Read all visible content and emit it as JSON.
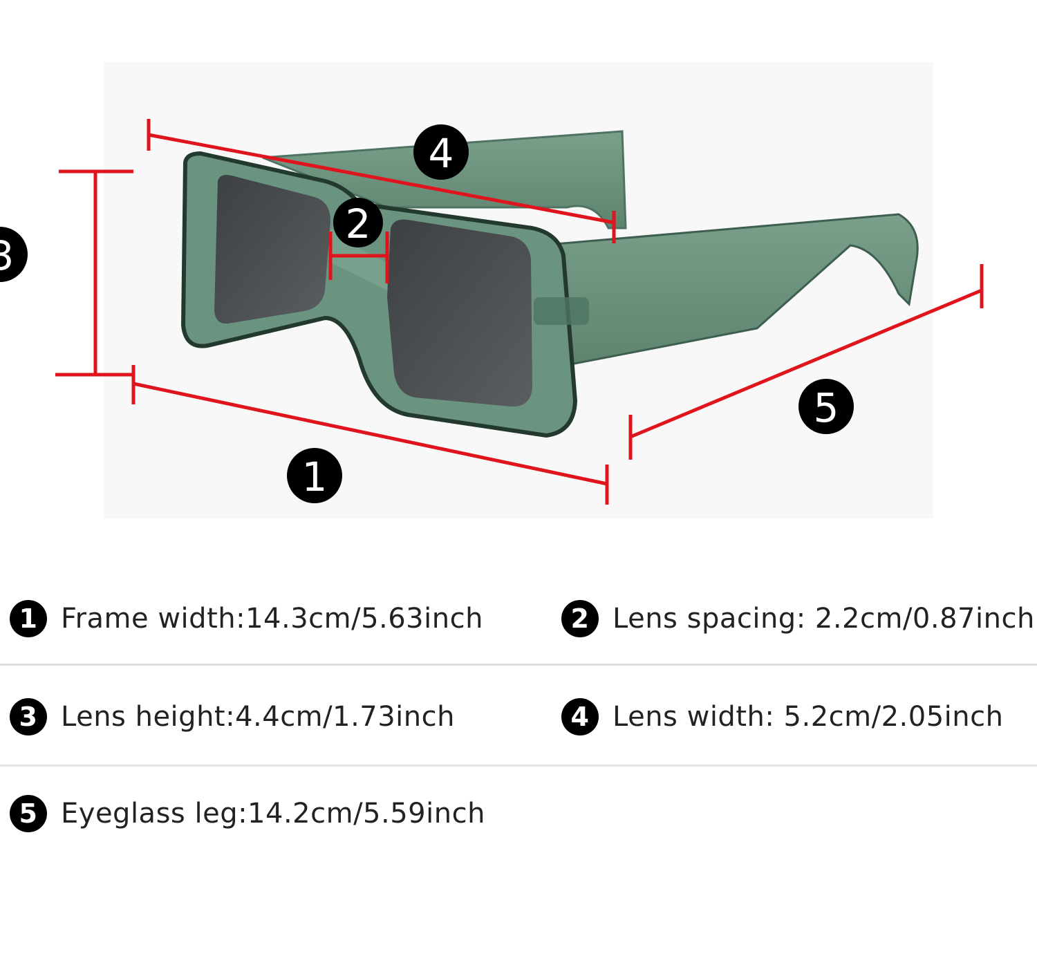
{
  "callouts": [
    "1",
    "2",
    "3",
    "4",
    "5"
  ],
  "specs": [
    {
      "num": "1",
      "text": "Frame width:14.3cm/5.63inch"
    },
    {
      "num": "2",
      "text": "Lens spacing: 2.2cm/0.87inch"
    },
    {
      "num": "3",
      "text": "Lens height:4.4cm/1.73inch"
    },
    {
      "num": "4",
      "text": "Lens width: 5.2cm/2.05inch"
    },
    {
      "num": "5",
      "text": "Eyeglass leg:14.2cm/5.59inch"
    }
  ],
  "colors": {
    "measure_line": "#e0141c",
    "frame": "#5e8a74",
    "frame_dark": "#2f4b3e",
    "lens": "#4e5253",
    "badge": "#000000"
  }
}
